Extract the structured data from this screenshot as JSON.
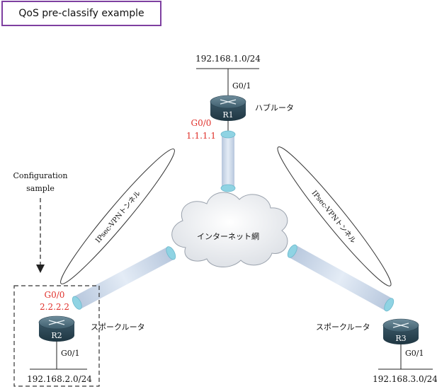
{
  "title": "QoS pre-classify example",
  "networks": {
    "r1": "192.168.1.0/24",
    "r2": "192.168.2.0/24",
    "r3": "192.168.3.0/24"
  },
  "routers": {
    "r1": {
      "name": "R1",
      "role": "ハブルータ",
      "lan_if": "G0/1",
      "wan_if": "G0/0",
      "wan_ip": "1.1.1.1"
    },
    "r2": {
      "name": "R2",
      "role": "スポークルータ",
      "lan_if": "G0/1",
      "wan_if": "G0/0",
      "wan_ip": "2.2.2.2"
    },
    "r3": {
      "name": "R3",
      "role": "スポークルータ",
      "lan_if": "G0/1"
    }
  },
  "internet": {
    "label": "インターネット網"
  },
  "tunnels": {
    "left": "IPsec-VPNトンネル",
    "right": "IPsec-VPNトンネル"
  },
  "config_note": {
    "line1": "Configuration",
    "line2": "sample"
  },
  "colors": {
    "title_border": "#7e3fa0",
    "interface_red": "#e0302a",
    "tube_fill": "#cdd9ea",
    "tube_cap": "#8fd3e3",
    "router_dark": "#2f4f5f"
  }
}
